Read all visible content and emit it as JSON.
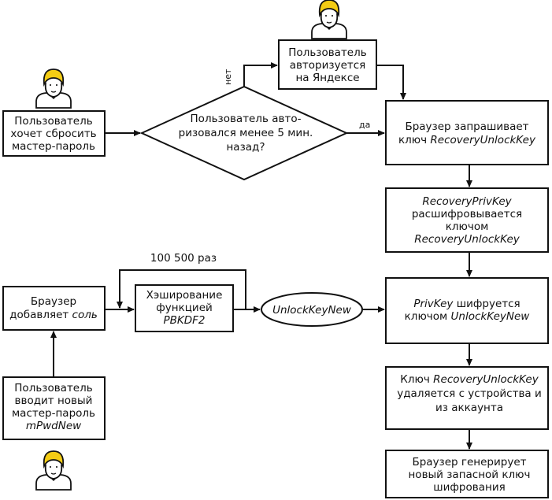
{
  "start_box": [
    "Пользователь",
    "хочет сбросить",
    "мастер-пароль"
  ],
  "decision": [
    "Пользователь авто-",
    "ризовался менее 5 мин.",
    "назад?"
  ],
  "label_no": "нет",
  "label_yes": "да",
  "auth_box": [
    "Пользователь",
    "авторизуется",
    "на Яндексе"
  ],
  "request_box": {
    "line1": "Браузер запрашивает",
    "line2_prefix": "ключ ",
    "line2_key": "RecoveryUnlockKey"
  },
  "decrypt_box": {
    "line1": "RecoveryPrivKey",
    "line2": "расшифровывается",
    "line3": "ключом",
    "line4": "RecoveryUnlockKey"
  },
  "salt_box": {
    "line1": "Браузер",
    "line2_prefix": "добавляет ",
    "line2_salt": "соль"
  },
  "loop_label": "100 500 раз",
  "hash_box": {
    "line1": "Хэширование",
    "line2": "функцией",
    "line3": "PBKDF2"
  },
  "new_key_oval": "UnlockKeyNew",
  "encrypt_box": {
    "line1_key": "PrivKey",
    "line1_rest": " шифруется",
    "line2_prefix": "ключом ",
    "line2_key": "UnlockKeyNew"
  },
  "user_input_box": {
    "line1": "Пользователь",
    "line2": "вводит новый",
    "line3": "мастер-пароль",
    "line4": "mPwdNew"
  },
  "delete_box": {
    "line1_prefix": "Ключ ",
    "line1_key": "RecoveryUnlockKey",
    "line2": "удаляется с устройства и",
    "line3": "из аккаунта"
  },
  "generate_box": [
    "Браузер генерирует",
    "новый запасной ключ",
    "шифрования"
  ],
  "colors": {
    "user_hair": "#f4cc14",
    "stroke": "#111111",
    "background": "#ffffff"
  },
  "icons": [
    "user-icon",
    "user-icon",
    "user-icon",
    "user-icon"
  ]
}
